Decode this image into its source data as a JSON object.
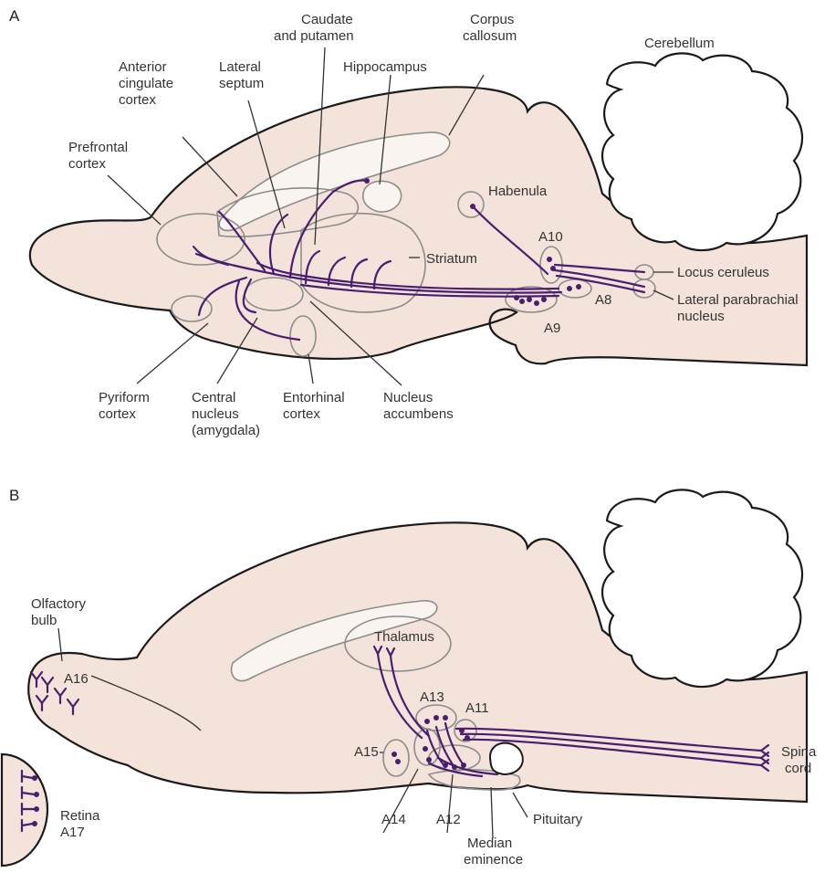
{
  "panel_a": {
    "letter": "A",
    "labels": {
      "caudate": [
        "Caudate",
        "and putamen"
      ],
      "corpus": [
        "Corpus",
        "callosum"
      ],
      "cerebellum": [
        "Cerebellum"
      ],
      "anterior_cingulate": [
        "Anterior",
        "cingulate",
        "cortex"
      ],
      "lateral_septum": [
        "Lateral",
        "septum"
      ],
      "hippocampus": [
        "Hippocampus"
      ],
      "prefrontal": [
        "Prefrontal",
        "cortex"
      ],
      "habenula": [
        "Habenula"
      ],
      "a10": [
        "A10"
      ],
      "striatum": [
        "Striatum"
      ],
      "locus": [
        "Locus ceruleus"
      ],
      "a8": [
        "A8"
      ],
      "lateral_para": [
        "Lateral parabrachial",
        "nucleus"
      ],
      "a9": [
        "A9"
      ],
      "pyriform": [
        "Pyriform",
        "cortex"
      ],
      "central": [
        "Central",
        "nucleus",
        "(amygdala)"
      ],
      "entorhinal": [
        "Entorhinal",
        "cortex"
      ],
      "accumbens": [
        "Nucleus",
        "accumbens"
      ]
    }
  },
  "panel_b": {
    "letter": "B",
    "labels": {
      "olfactory": [
        "Olfactory",
        "bulb"
      ],
      "a16": [
        "A16"
      ],
      "thalamus": [
        "Thalamus"
      ],
      "a13": [
        "A13"
      ],
      "a11": [
        "A11"
      ],
      "a15": [
        "A15"
      ],
      "spinal": [
        "Spina",
        "cord"
      ],
      "retina": [
        "Retina",
        "A17"
      ],
      "a14": [
        "A14"
      ],
      "a12": [
        "A12"
      ],
      "pituitary": [
        "Pituitary"
      ],
      "median": [
        "Median",
        "eminence"
      ]
    }
  }
}
